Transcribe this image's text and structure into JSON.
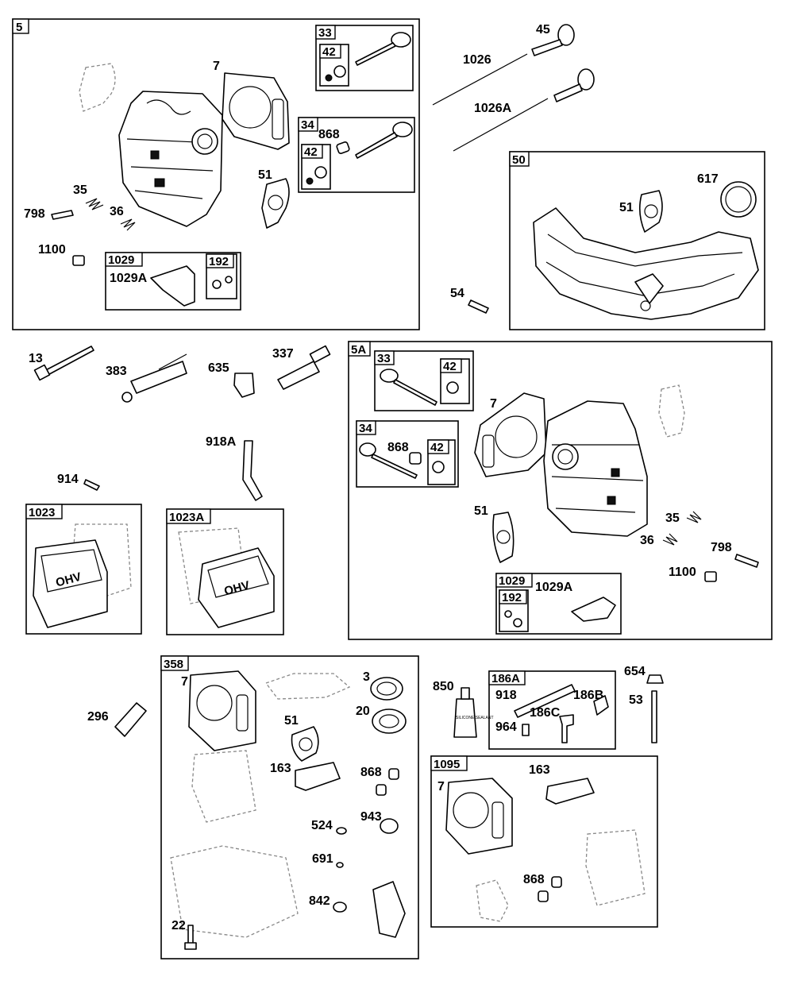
{
  "diagram": {
    "groups": {
      "g5": "5",
      "g33a": "33",
      "g42a": "42",
      "g34a": "34",
      "g42b": "42",
      "g1029a": "1029",
      "g192a": "192",
      "g50": "50",
      "g5A": "5A",
      "g33b": "33",
      "g42c": "42",
      "g34b": "34",
      "g42d": "42",
      "g1029b": "1029",
      "g192b": "192",
      "g1023": "1023",
      "g1023A": "1023A",
      "g358": "358",
      "g186A": "186A",
      "g1095": "1095"
    },
    "labels": {
      "p7a": "7",
      "p45": "45",
      "p1026": "1026",
      "p1026A": "1026A",
      "p868a": "868",
      "p51a": "51",
      "p35a": "35",
      "p798a": "798",
      "p36a": "36",
      "p1100a": "1100",
      "p1029Aa": "1029A",
      "p617": "617",
      "p51b": "51",
      "p54": "54",
      "p13": "13",
      "p383": "383",
      "p635": "635",
      "p337": "337",
      "p918A": "918A",
      "p914": "914",
      "p7b": "7",
      "p868b": "868",
      "p51c": "51",
      "p35b": "35",
      "p36b": "36",
      "p798b": "798",
      "p1100b": "1100",
      "p1029Ab": "1029A",
      "p296": "296",
      "p7c": "7",
      "p3": "3",
      "p20": "20",
      "p51d": "51",
      "p163a": "163",
      "p868c": "868",
      "p524": "524",
      "p943": "943",
      "p691": "691",
      "p842": "842",
      "p22": "22",
      "p850": "850",
      "p918": "918",
      "p186B": "186B",
      "p186C": "186C",
      "p964": "964",
      "p654": "654",
      "p53": "53",
      "p7d": "7",
      "p163b": "163",
      "p868d": "868"
    },
    "stamps": {
      "ohv": "OHV",
      "sealant": "SILICONE SEALANT"
    }
  }
}
